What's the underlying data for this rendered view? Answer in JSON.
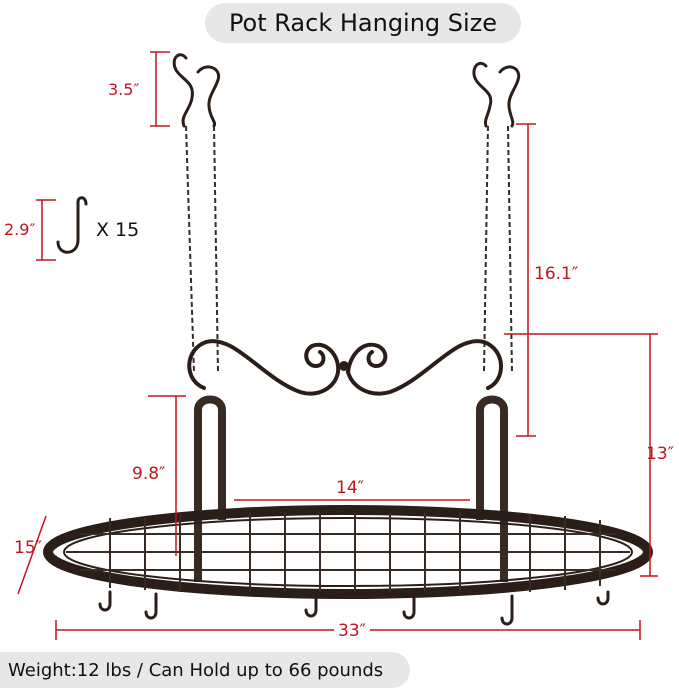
{
  "title": "Pot Rack Hanging Size",
  "footer": "Weight:12 lbs / Can Hold up to 66 pounds",
  "hook_count": "X 15",
  "dimensions": {
    "hook_height": "3.5″",
    "s_hook_height": "2.9″",
    "chain_length": "16.1″",
    "total_height": "13″",
    "side_height": "9.8″",
    "inner_width": "14″",
    "depth": "15″",
    "length": "33″"
  },
  "colors": {
    "dimension": "#c0161c",
    "metal": "#2b1e19",
    "pill": "#e7e7e7"
  }
}
